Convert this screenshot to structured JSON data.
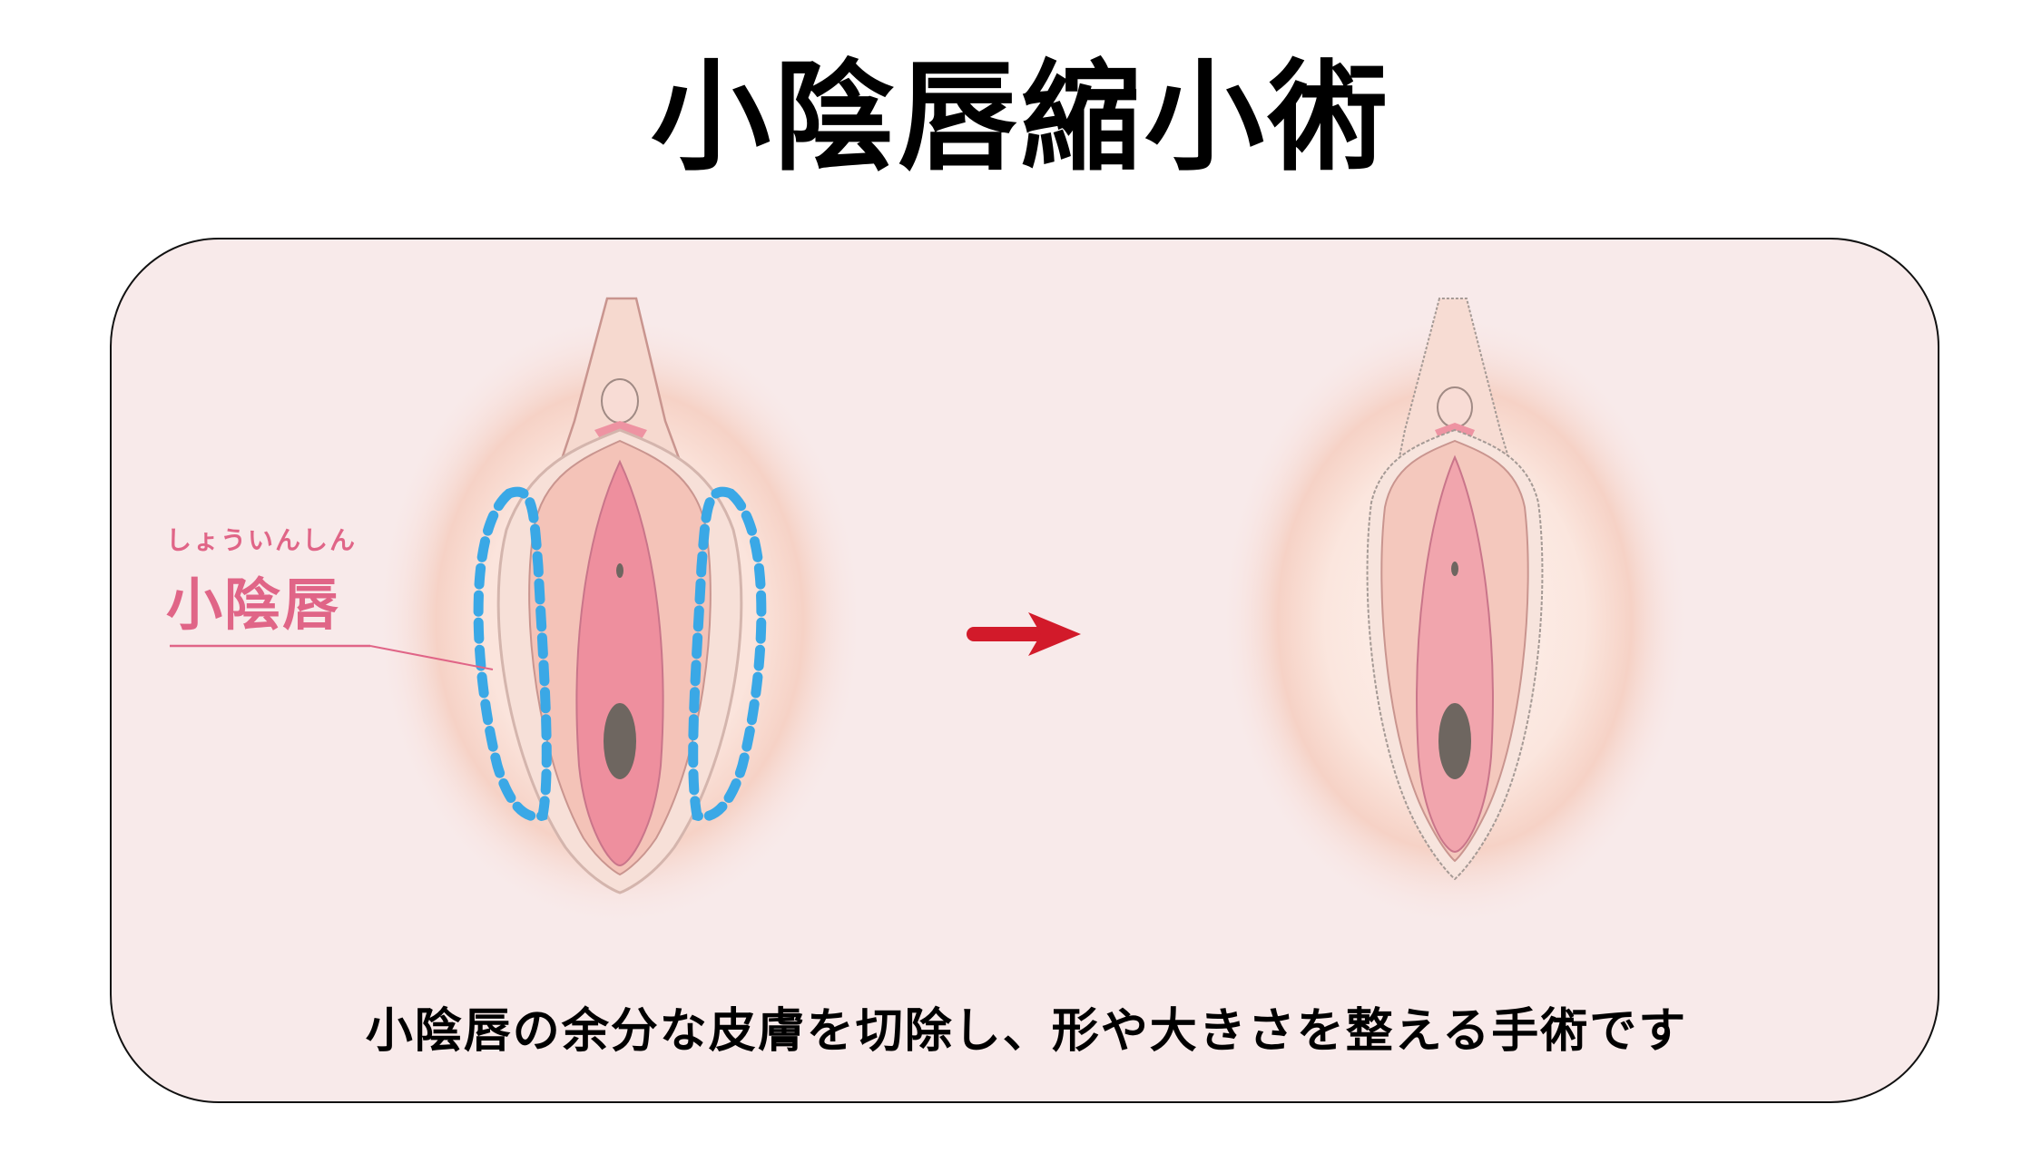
{
  "title": "小陰唇縮小術",
  "panel": {
    "background_color": "#f8eaea",
    "border_color": "#111111"
  },
  "before_illustration": {
    "label_ruby": "しょういんしん",
    "label_main": "小陰唇",
    "label_color": "#e06587",
    "marker_color": "#3aa8e6",
    "marker_style": "dashed-outline"
  },
  "arrow": {
    "icon": "arrow-right-icon",
    "color": "#d21a2a"
  },
  "after_illustration": {},
  "caption": "小陰唇の余分な皮膚を切除し、形や大きさを整える手術です",
  "colors": {
    "skin_outer": "#f6d6cc",
    "skin_mid": "#f4c3b8",
    "inner_pink": "#ee8f9e",
    "dark_spot": "#6e6660",
    "outline": "#c9958f"
  }
}
